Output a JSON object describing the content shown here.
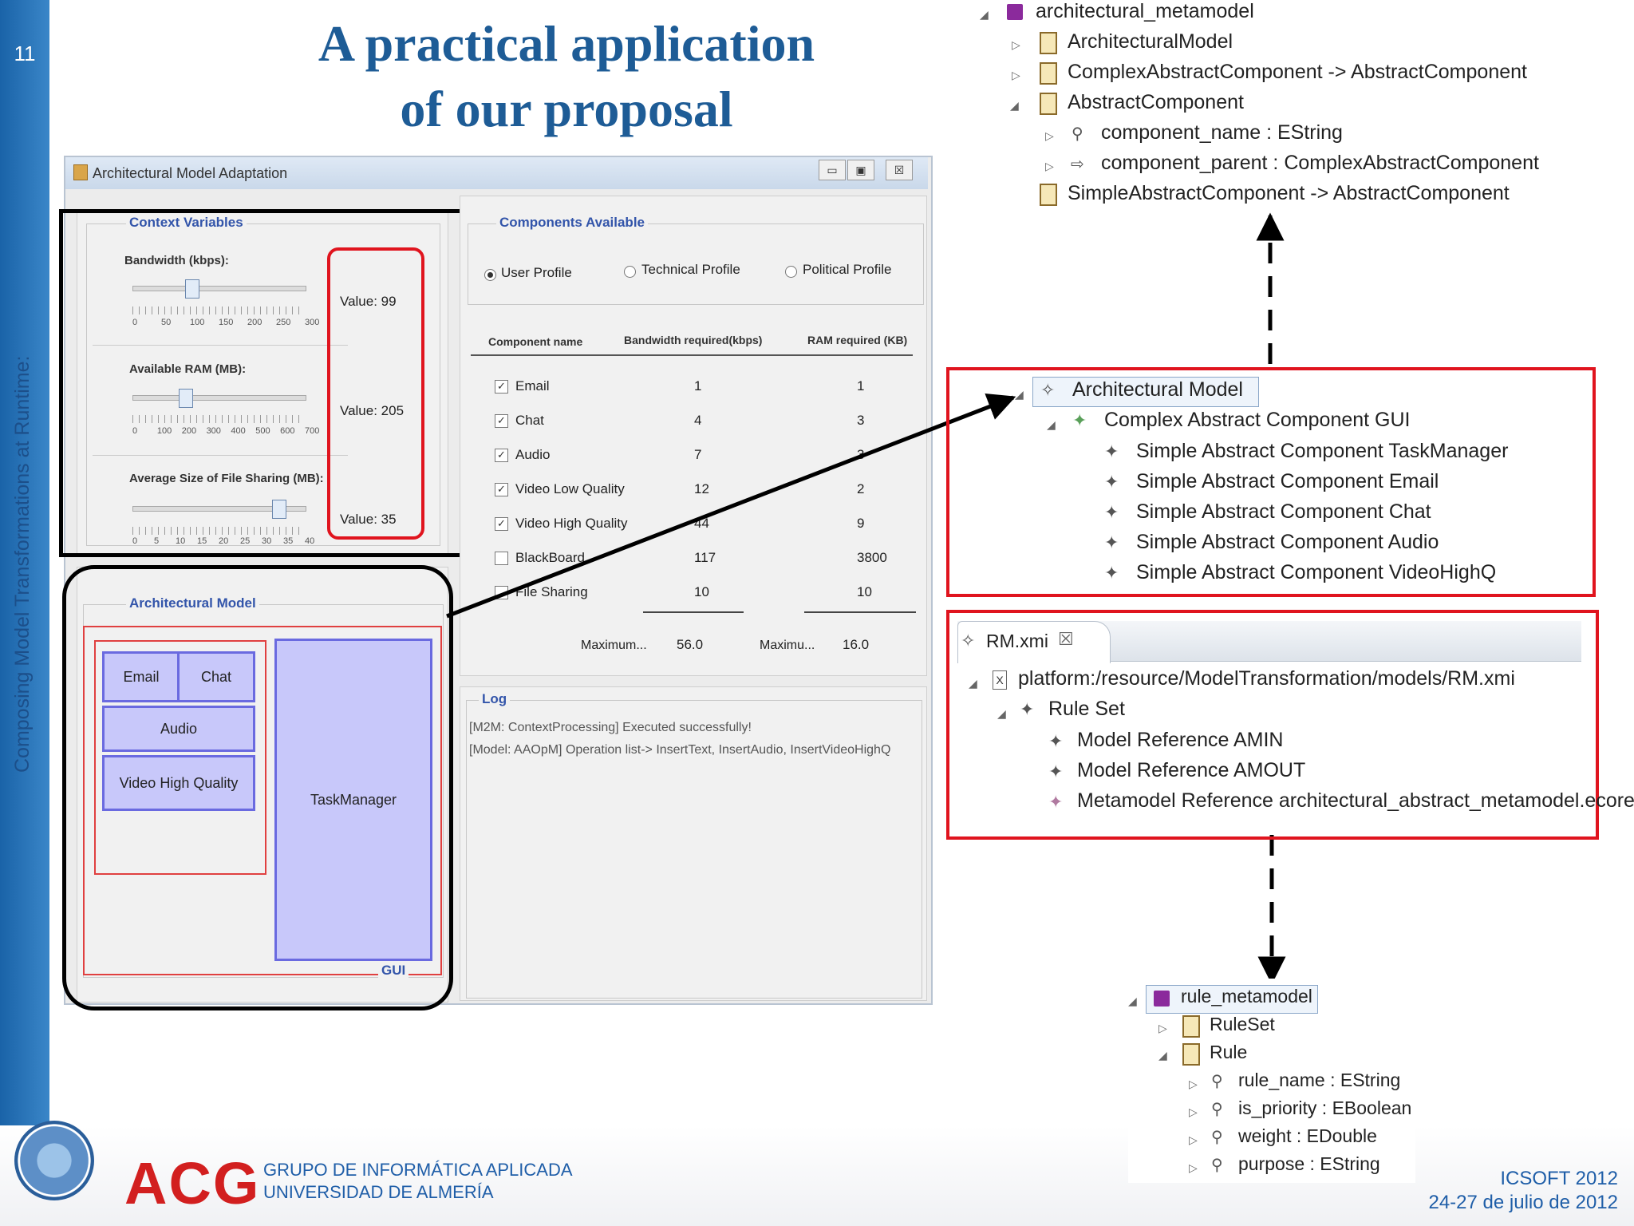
{
  "slide": {
    "number": "11",
    "sidebar_text": "Composing Model Transformations at Runtime:",
    "title_line1": "A practical application",
    "title_line2": "of our proposal"
  },
  "window": {
    "title": "Architectural Model Adaptation",
    "controls": [
      "▭",
      "▣",
      "☒"
    ]
  },
  "context_variables": {
    "legend": "Context Variables",
    "bandwidth": {
      "label": "Bandwidth (kbps):",
      "value": "Value: 99",
      "ticks": [
        "0",
        "50",
        "100",
        "150",
        "200",
        "250",
        "300"
      ],
      "fraction": 0.33
    },
    "ram": {
      "label": "Available RAM (MB):",
      "value": "Value: 205",
      "ticks": [
        "0",
        "100",
        "200",
        "300",
        "400",
        "500",
        "600",
        "700"
      ],
      "fraction": 0.29
    },
    "file_sharing": {
      "label": "Average Size of File Sharing (MB):",
      "value": "Value: 35",
      "ticks": [
        "0",
        "5",
        "10",
        "15",
        "20",
        "25",
        "30",
        "35",
        "40"
      ],
      "fraction": 0.875
    }
  },
  "components_available": {
    "legend": "Components Available",
    "radios": [
      {
        "label": "User Profile",
        "selected": true
      },
      {
        "label": "Technical Profile",
        "selected": false
      },
      {
        "label": "Political Profile",
        "selected": false
      }
    ],
    "headers": [
      "Component name",
      "Bandwidth required(kbps)",
      "RAM required (KB)"
    ],
    "rows": [
      {
        "checked": true,
        "name": "Email",
        "bandwidth": "1",
        "ram": "1"
      },
      {
        "checked": true,
        "name": "Chat",
        "bandwidth": "4",
        "ram": "3"
      },
      {
        "checked": true,
        "name": "Audio",
        "bandwidth": "7",
        "ram": "3"
      },
      {
        "checked": true,
        "name": "Video Low Quality",
        "bandwidth": "12",
        "ram": "2"
      },
      {
        "checked": true,
        "name": "Video High Quality",
        "bandwidth": "44",
        "ram": "9"
      },
      {
        "checked": false,
        "name": "BlackBoard",
        "bandwidth": "117",
        "ram": "3800"
      },
      {
        "checked": false,
        "name": "File Sharing",
        "bandwidth": "10",
        "ram": "10"
      }
    ],
    "max_bw_label": "Maximum...",
    "max_bw_value": "56.0",
    "max_ram_label": "Maximu...",
    "max_ram_value": "16.0"
  },
  "architectural_model_panel": {
    "legend": "Architectural Model",
    "components": [
      "Email",
      "Chat",
      "Audio",
      "Video High Quality",
      "TaskManager"
    ],
    "gui_label": "GUI"
  },
  "log": {
    "legend": "Log",
    "lines": [
      "[M2M: ContextProcessing] Executed successfully!",
      "[Model: AAOpM] Operation list-> InsertText, InsertAudio, InsertVideoHighQ"
    ]
  },
  "metamodel_tree": {
    "root": "architectural_metamodel",
    "items": [
      "ArchitecturalModel",
      "ComplexAbstractComponent -> AbstractComponent",
      "AbstractComponent",
      "component_name : EString",
      "component_parent : ComplexAbstractComponent",
      "SimpleAbstractComponent -> AbstractComponent"
    ]
  },
  "model_tree": {
    "root": "Architectural Model",
    "complex": "Complex Abstract Component GUI",
    "children": [
      "Simple Abstract Component TaskManager",
      "Simple Abstract Component Email",
      "Simple Abstract Component Chat",
      "Simple Abstract Component Audio",
      "Simple Abstract Component VideoHighQ"
    ]
  },
  "rm_editor": {
    "tab": "RM.xmi",
    "resource": "platform:/resource/ModelTransformation/models/RM.xmi",
    "rule_set": "Rule Set",
    "children": [
      "Model Reference AMIN",
      "Model Reference AMOUT",
      "Metamodel Reference architectural_abstract_metamodel.ecore"
    ]
  },
  "rule_tree": {
    "root": "rule_metamodel",
    "items": [
      "RuleSet",
      "Rule",
      "rule_name : EString",
      "is_priority : EBoolean",
      "weight : EDouble",
      "purpose : EString"
    ]
  },
  "footer": {
    "logo": "ACG",
    "org_line1": "GRUPO DE INFORMÁTICA APLICADA",
    "org_line2": "UNIVERSIDAD DE ALMERÍA",
    "event_line1": "ICSOFT 2012",
    "event_line2": "24-27 de julio de 2012"
  },
  "colors": {
    "accent": "#1e5c96",
    "highlight": "#e0141e",
    "component_fill": "#c8c8fa"
  }
}
